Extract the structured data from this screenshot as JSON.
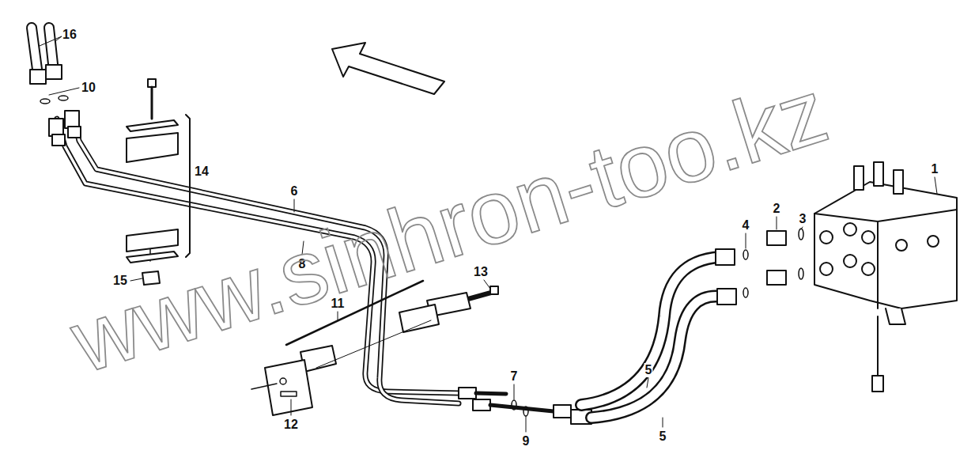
{
  "diagram": {
    "labels": [
      "16",
      "10",
      "14",
      "6",
      "8",
      "15",
      "13",
      "11",
      "12",
      "7",
      "9",
      "5",
      "5",
      "4",
      "2",
      "3",
      "1",
      "www.sinhron-too.kz"
    ]
  }
}
